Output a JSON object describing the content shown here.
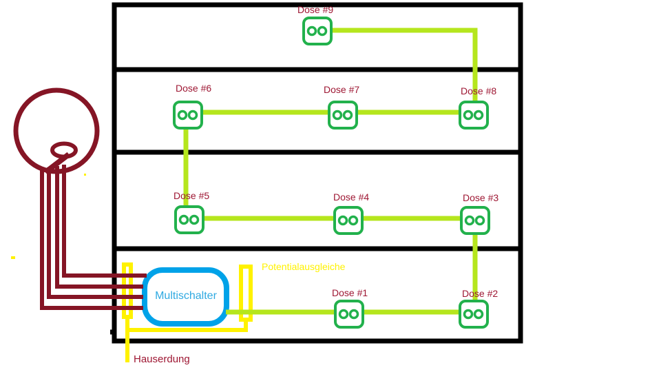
{
  "diagram": {
    "description": "Hand-drawn satellite TV distribution schematic of a four-storey house",
    "dose_boxes": [
      {
        "label": "Dose #1"
      },
      {
        "label": "Dose #2"
      },
      {
        "label": "Dose #3"
      },
      {
        "label": "Dose #4"
      },
      {
        "label": "Dose #5"
      },
      {
        "label": "Dose #6"
      },
      {
        "label": "Dose #7"
      },
      {
        "label": "Dose #8"
      },
      {
        "label": "Dose #9"
      }
    ],
    "multiswitch_label": "Multischalter",
    "potential_equalization_label": "Potentialausgleiche",
    "house_ground_label": "Hauserdung",
    "colors": {
      "cable_lime": "#b5e61d",
      "outlet_green": "#22b14c",
      "ground_yellow": "#fff200",
      "multiswitch_blue": "#00a2e8",
      "dish_dark_red": "#851525",
      "label_dark_red": "#9e1733",
      "structure_black": "#000000"
    }
  }
}
